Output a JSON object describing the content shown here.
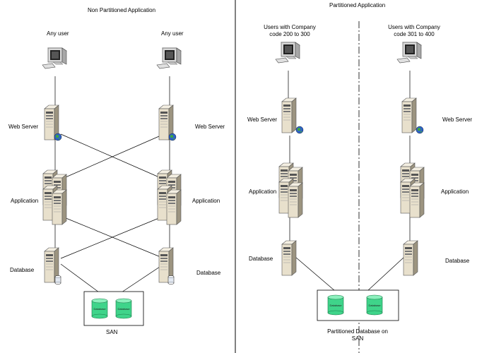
{
  "left": {
    "title": "Non Partitioned Application",
    "user_left": "Any user",
    "user_right": "Any user",
    "web_left": "Web Server",
    "web_right": "Web Server",
    "app_left": "Application",
    "app_right": "Application",
    "db_left": "Database",
    "db_right": "Database",
    "san": "SAN",
    "disk1": "Database",
    "disk2": "Database"
  },
  "right": {
    "title": "Partitioned Application",
    "user_left_1": "Users with Company",
    "user_left_2": "code 200 to 300",
    "user_right_1": "Users with Company",
    "user_right_2": "code 301 to 400",
    "web_left": "Web Server",
    "web_right": "Web Server",
    "app_left": "Application",
    "app_right": "Application",
    "db_left": "Database",
    "db_right": "Database",
    "san_1": "Partitioned Database on",
    "san_2": "SAN",
    "disk1": "Database",
    "disk2": "Database"
  },
  "colors": {
    "server_body": "#e8e0cc",
    "server_shade": "#9c9480",
    "disk_green": "#3fd48a",
    "line": "#000000"
  }
}
